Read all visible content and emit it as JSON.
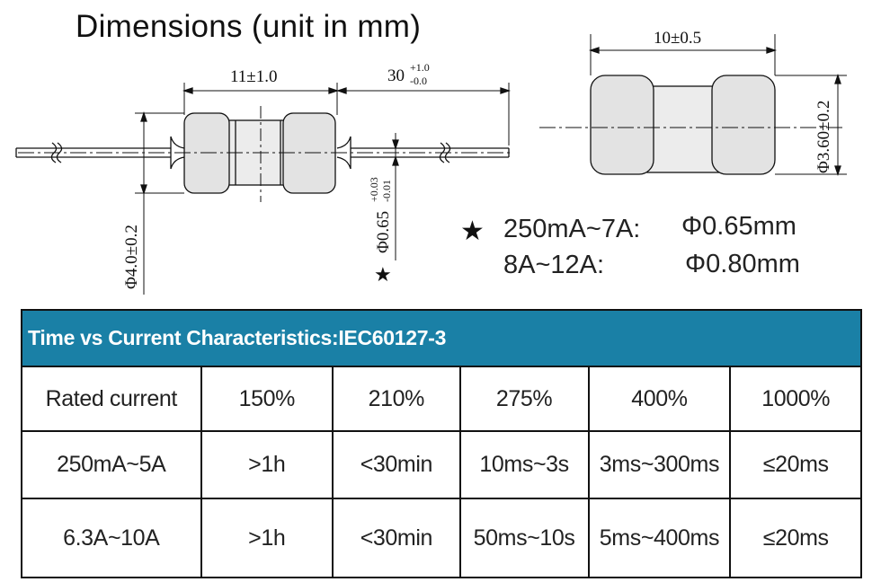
{
  "title": "Dimensions (unit in mm)",
  "drawing_left": {
    "body_length": "11±1.0",
    "lead_length_main": "30",
    "lead_length_tol_upper": "+1.0",
    "lead_length_tol_lower": "-0.0",
    "body_diameter": "Φ4.0±0.2",
    "lead_diameter_main": "Φ0.65",
    "lead_diameter_tol_upper": "+0.03",
    "lead_diameter_tol_lower": "-0.01",
    "star": "★"
  },
  "drawing_right": {
    "length": "10±0.5",
    "diameter": "Φ3.60±0.2"
  },
  "lead_notes": [
    {
      "star": "★",
      "range": "250mA~7A:",
      "diameter": "Φ0.65mm"
    },
    {
      "star": "",
      "range": "8A~12A:",
      "diameter": "Φ0.80mm"
    }
  ],
  "table": {
    "title": "Time vs Current Characteristics:IEC60127-3",
    "header": [
      "Rated current",
      "150%",
      "210%",
      "275%",
      "400%",
      "1000%"
    ],
    "rows": [
      [
        "250mA~5A",
        ">1h",
        "<30min",
        "10ms~3s",
        "3ms~300ms",
        "≤20ms"
      ],
      [
        "6.3A~10A",
        ">1h",
        "<30min",
        "50ms~10s",
        "5ms~400ms",
        "≤20ms"
      ]
    ]
  },
  "colors": {
    "table_header_bg": "#1a80a6",
    "table_header_text": "#ffffff",
    "body_fill": "#e3e3e3"
  }
}
